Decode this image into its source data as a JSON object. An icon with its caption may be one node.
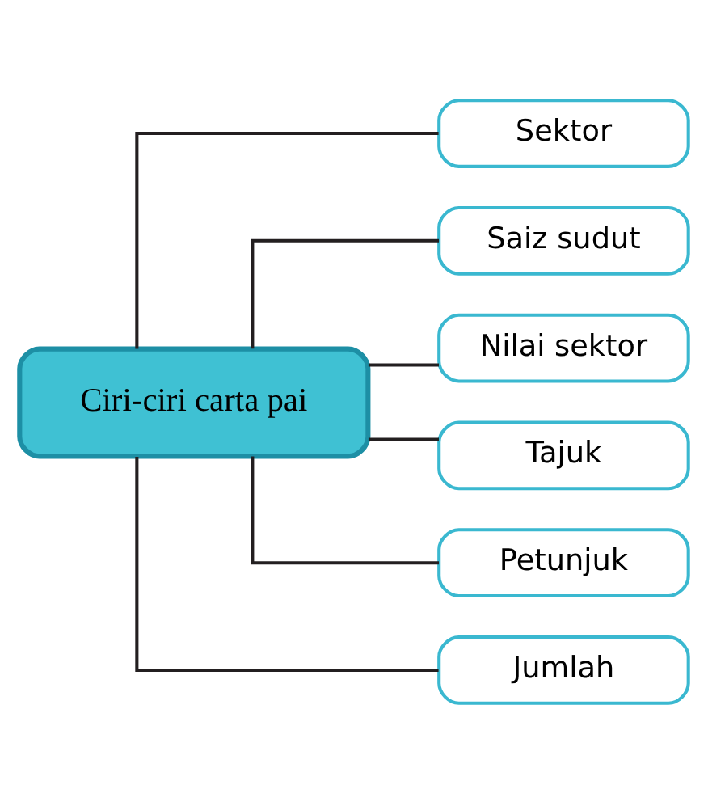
{
  "diagram": {
    "nodes": [
      {
        "text": [
          "Ciri-ciri carta pai"
        ]
      },
      {
        "text": [
          "Sektor"
        ]
      },
      {
        "text": [
          "Saiz sudut"
        ]
      },
      {
        "text": [
          "Nilai sektor"
        ]
      },
      {
        "text": [
          "Tajuk"
        ]
      },
      {
        "text": [
          "Petunjuk"
        ]
      },
      {
        "text": [
          "Jumlah"
        ]
      }
    ],
    "edges": [
      {
        "from": 0,
        "to": 1,
        "arrow": "none"
      },
      {
        "from": 0,
        "to": 2,
        "arrow": "none"
      },
      {
        "from": 0,
        "to": 3,
        "arrow": "none"
      },
      {
        "from": 0,
        "to": 4,
        "arrow": "none"
      },
      {
        "from": 0,
        "to": 5,
        "arrow": "none"
      },
      {
        "from": 0,
        "to": 6,
        "arrow": "none"
      }
    ]
  }
}
